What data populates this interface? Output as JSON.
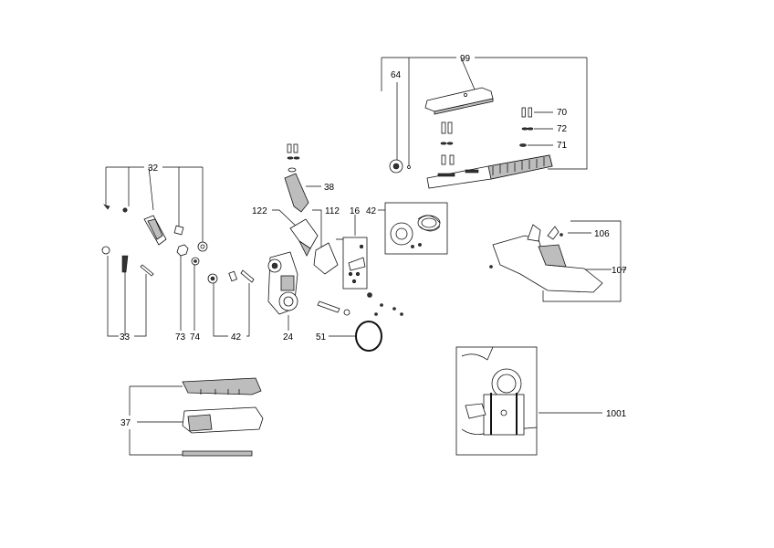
{
  "labels": {
    "l99": "99",
    "l64": "64",
    "l70": "70",
    "l72": "72",
    "l71": "71",
    "l32": "32",
    "l38": "38",
    "l122": "122",
    "l112": "112",
    "l16": "16",
    "l42a": "42",
    "l106": "106",
    "l107": "107",
    "l33": "33",
    "l73": "73",
    "l74": "74",
    "l42b": "42",
    "l24": "24",
    "l51": "51",
    "l37": "37",
    "l1001": "1001"
  },
  "colors": {
    "line": "#000000",
    "part_fill": "#ffffff",
    "shade": "#bdbdbd"
  }
}
